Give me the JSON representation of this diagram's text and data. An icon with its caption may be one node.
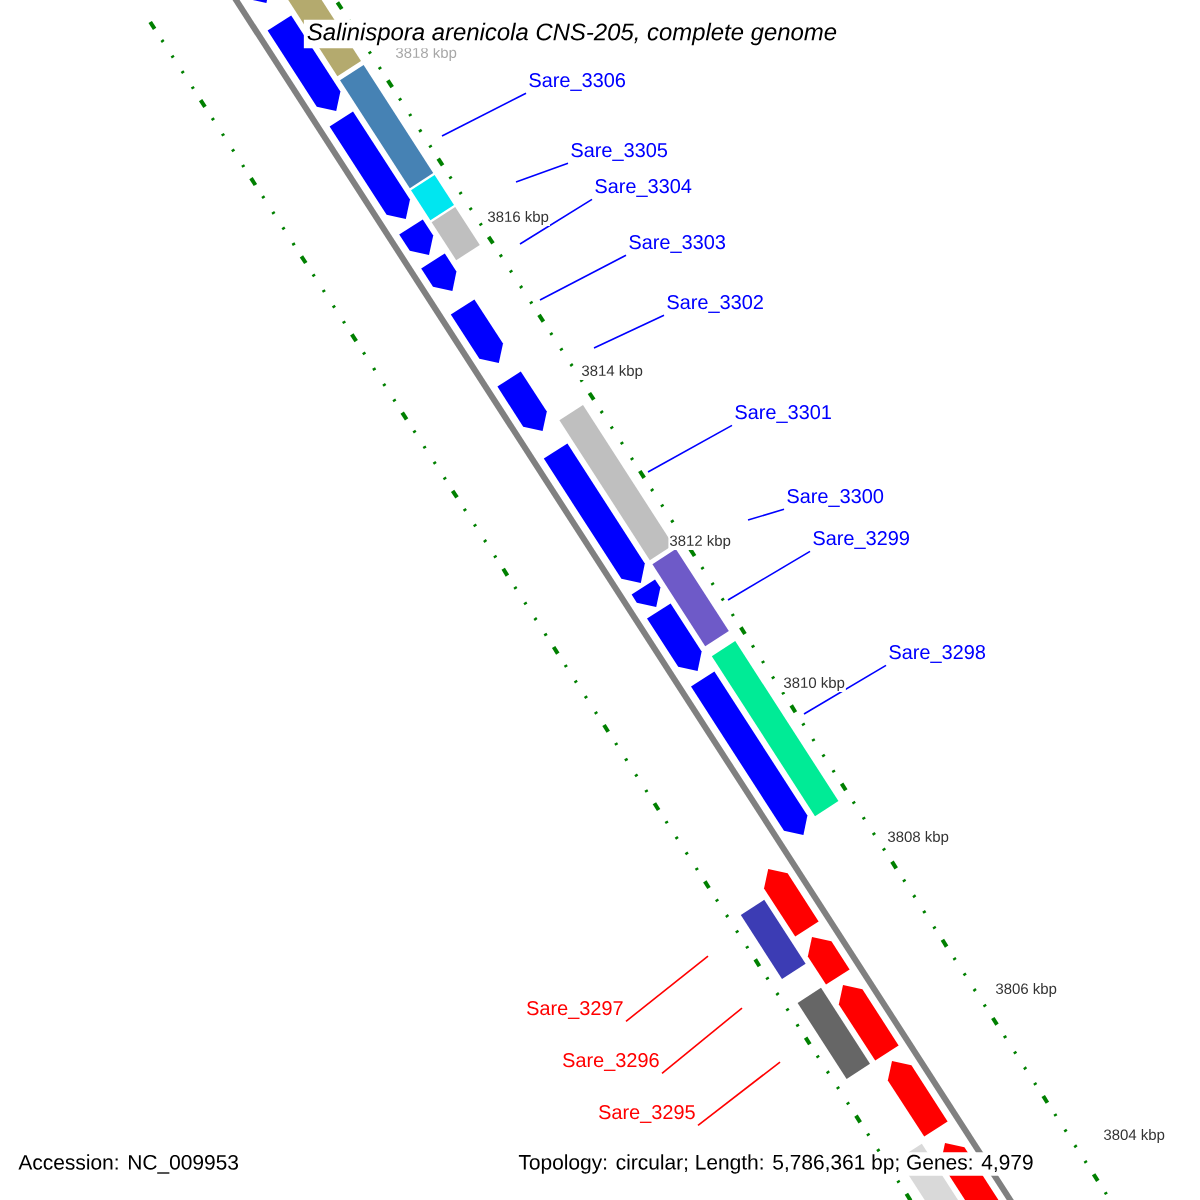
{
  "diagram": {
    "title": "Salinispora arenicola CNS-205, complete genome",
    "nodes": [
      {
        "text": [
          "Sare_3306"
        ]
      },
      {
        "text": [
          "Sare_3305"
        ]
      },
      {
        "text": [
          "Sare_3304"
        ]
      },
      {
        "text": [
          "Sare_3303"
        ]
      },
      {
        "text": [
          "Sare_3302"
        ]
      },
      {
        "text": [
          "Sare_3301"
        ]
      },
      {
        "text": [
          "Sare_3300"
        ]
      },
      {
        "text": [
          "Sare_3299"
        ]
      },
      {
        "text": [
          "Sare_3298"
        ]
      },
      {
        "text": [
          "Sare_3297"
        ]
      },
      {
        "text": [
          "Sare_3296"
        ]
      },
      {
        "text": [
          "Sare_3295"
        ]
      }
    ],
    "edges": [
      {
        "from": 0,
        "to": null,
        "arrow": "none"
      },
      {
        "from": 1,
        "to": null,
        "arrow": "none"
      },
      {
        "from": 2,
        "to": null,
        "arrow": "none"
      },
      {
        "from": 3,
        "to": null,
        "arrow": "none"
      },
      {
        "from": 4,
        "to": null,
        "arrow": "none"
      },
      {
        "from": 5,
        "to": null,
        "arrow": "none"
      },
      {
        "from": 6,
        "to": null,
        "arrow": "none"
      },
      {
        "from": 7,
        "to": null,
        "arrow": "none"
      },
      {
        "from": 8,
        "to": null,
        "arrow": "none"
      },
      {
        "from": 9,
        "to": null,
        "arrow": "none",
        "color": "#ff0000"
      },
      {
        "from": 10,
        "to": null,
        "arrow": "none",
        "color": "#ff0000"
      },
      {
        "from": 11,
        "to": null,
        "arrow": "none",
        "color": "#ff0000"
      }
    ],
    "labels": [
      "3818 kbp",
      "3816 kbp",
      "3814 kbp",
      "3812 kbp",
      "3810 kbp",
      "3808 kbp",
      "3806 kbp",
      "3804 kbp",
      "Accession: NC_009953",
      "Topology: circular; Length: 5,786,361 bp; Genes: 4,979"
    ]
  }
}
